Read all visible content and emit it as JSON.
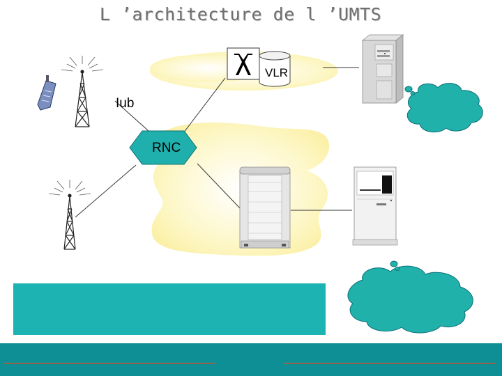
{
  "title": "L ’architecture de l ’UMTS",
  "labels": {
    "vlr": "VLR",
    "iub": "Iub",
    "rnc": "RNC"
  },
  "colors": {
    "zone": "#fdf6c0",
    "cloud": "#20b2aa",
    "textbox": "#1eb3b3",
    "footer": "#0e8f95",
    "rnc_shape": "#1fb0ae"
  },
  "icons": [
    "mobile-phone-icon",
    "antenna-tower-icon",
    "switch-icon",
    "database-icon",
    "server-icon",
    "workstation-icon",
    "cloud-icon"
  ]
}
